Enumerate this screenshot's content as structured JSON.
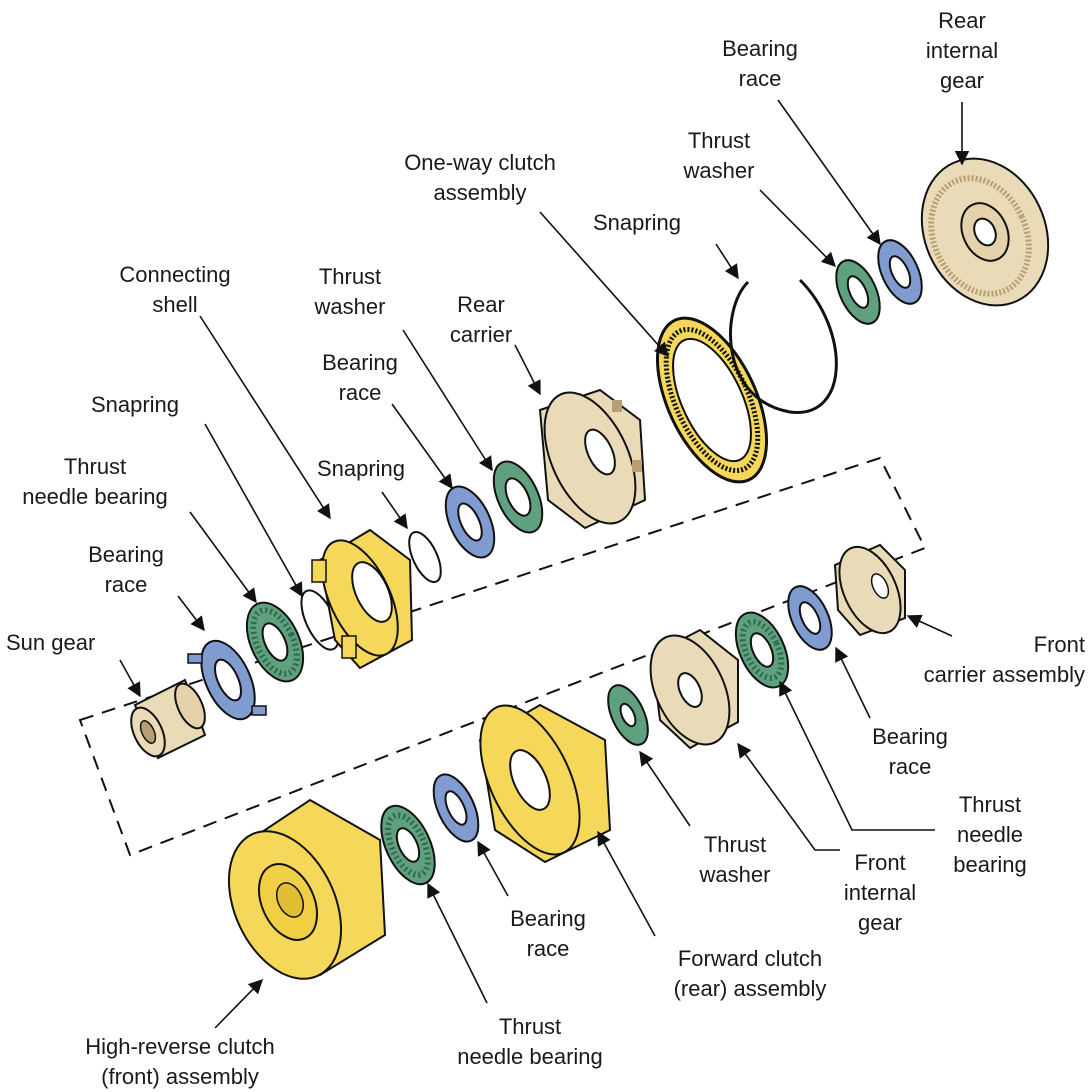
{
  "colors": {
    "yellow": "#f5d85a",
    "yellow_dark": "#c9a92b",
    "tan": "#eadbb8",
    "tan_dark": "#b89f72",
    "blue": "#7f9bd0",
    "blue_dark": "#3f5d9a",
    "green": "#5fa07f",
    "green_dark": "#2e6b4c",
    "outline": "#111111"
  },
  "labels": {
    "rear_internal_gear": [
      "Rear",
      "internal",
      "gear"
    ],
    "bearing_race_top": [
      "Bearing",
      "race"
    ],
    "thrust_washer_top": [
      "Thrust",
      "washer"
    ],
    "one_way_clutch": [
      "One-way clutch",
      "assembly"
    ],
    "snapring_top": [
      "Snapring"
    ],
    "connecting_shell": [
      "Connecting",
      "shell"
    ],
    "thrust_washer_mid": [
      "Thrust",
      "washer"
    ],
    "rear_carrier": [
      "Rear",
      "carrier"
    ],
    "bearing_race_mid": [
      "Bearing",
      "race"
    ],
    "snapring_left": [
      "Snapring"
    ],
    "snapring_mid": [
      "Snapring"
    ],
    "thrust_needle_left": [
      "Thrust",
      "needle bearing"
    ],
    "bearing_race_left": [
      "Bearing",
      "race"
    ],
    "sun_gear": [
      "Sun gear"
    ],
    "front_carrier": [
      "Front",
      "carrier assembly"
    ],
    "bearing_race_right": [
      "Bearing",
      "race"
    ],
    "thrust_needle_right": [
      "Thrust",
      "needle",
      "bearing"
    ],
    "front_internal_gear": [
      "Front",
      "internal",
      "gear"
    ],
    "thrust_washer_low": [
      "Thrust",
      "washer"
    ],
    "forward_clutch": [
      "Forward clutch",
      "(rear) assembly"
    ],
    "bearing_race_low": [
      "Bearing",
      "race"
    ],
    "thrust_needle_low": [
      "Thrust",
      "needle bearing"
    ],
    "high_reverse_clutch": [
      "High-reverse clutch",
      "(front) assembly"
    ]
  }
}
